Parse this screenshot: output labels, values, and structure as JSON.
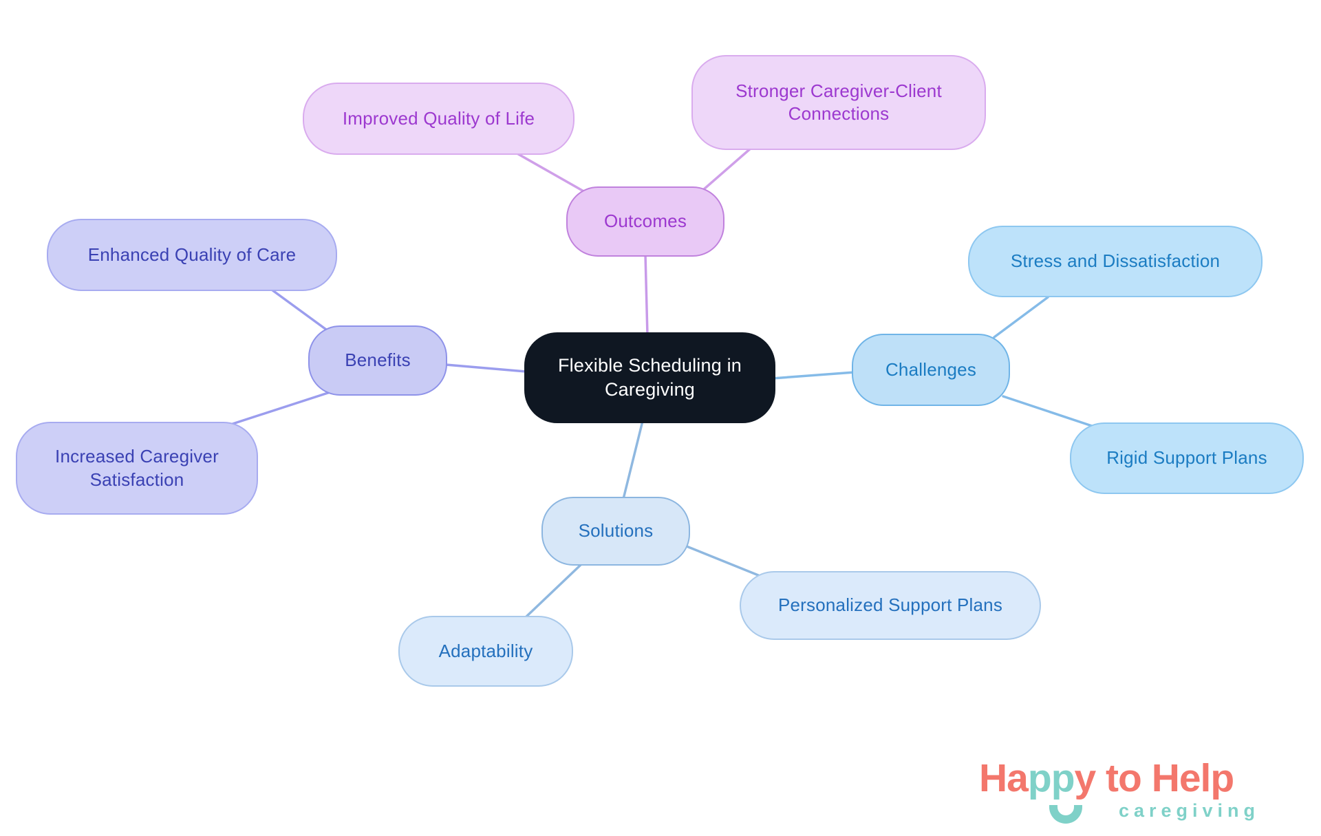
{
  "diagram": {
    "central": {
      "label": "Flexible Scheduling in Caregiving",
      "bg_color": "#0f1722",
      "text_color": "#ffffff"
    },
    "branches": {
      "outcomes": {
        "label": "Outcomes",
        "text_color": "#9c38cf",
        "fill_color": "#e9c9f6",
        "line_color": "#cf9fe9",
        "children": {
          "improved": {
            "label": "Improved Quality of Life"
          },
          "stronger": {
            "label": "Stronger Caregiver-Client Connections"
          }
        }
      },
      "benefits": {
        "label": "Benefits",
        "text_color": "#3a41b3",
        "fill_color": "#c9cbf5",
        "line_color": "#9b9dee",
        "children": {
          "enhanced": {
            "label": "Enhanced Quality of Care"
          },
          "increased": {
            "label": "Increased Caregiver Satisfaction"
          }
        }
      },
      "challenges": {
        "label": "Challenges",
        "text_color": "#1b7cc2",
        "fill_color": "#bee0f8",
        "line_color": "#85bbe8",
        "children": {
          "stress": {
            "label": "Stress and Dissatisfaction"
          },
          "rigid": {
            "label": "Rigid Support Plans"
          }
        }
      },
      "solutions": {
        "label": "Solutions",
        "text_color": "#2470bd",
        "fill_color": "#d7e7f8",
        "line_color": "#8fb8e0",
        "children": {
          "adaptability": {
            "label": "Adaptability"
          },
          "personalized": {
            "label": "Personalized Support Plans"
          }
        }
      }
    }
  },
  "logo": {
    "text_ha": "Ha",
    "text_pp": "pp",
    "text_y_to_help": "y to Help",
    "subtitle": "caregiving",
    "coral_color": "#f3776c",
    "teal_color": "#7fd1c8"
  }
}
